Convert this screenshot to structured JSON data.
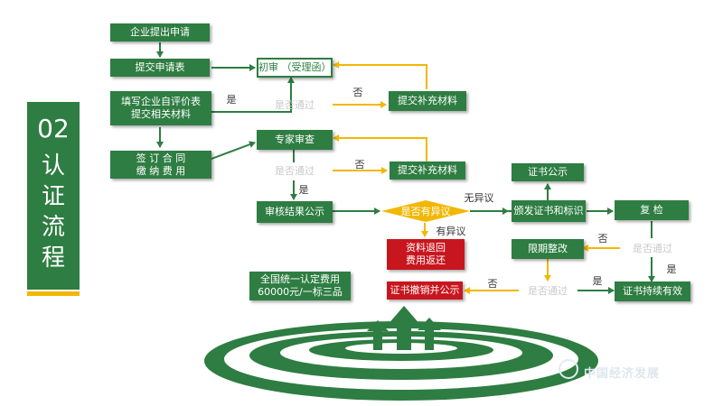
{
  "title": {
    "number": "02",
    "text": "认证流程"
  },
  "nodes": {
    "apply": "企业提出申请",
    "submit_form": "提交申请表",
    "self_eval": "填写企业自评价表\n提交相关材料",
    "sign_contract": "签 订 合 同\n缴 纳 费 用",
    "initial_review": "初审  （受理函）",
    "supplement_1": "提交补充材料",
    "expert_review": "专家审查",
    "supplement_2": "提交补充材料",
    "result_publicity": "审核结果公示",
    "objection": "是否有异议",
    "refund": "资料退回\n费用返还",
    "cert_publicity": "证书公示",
    "issue_cert": "颁发证书和标识",
    "recheck": "复  检",
    "rectify": "限期整改",
    "cert_valid": "证书持续有效",
    "cert_revoke": "证书撤销并公示",
    "fee": "全国统一认定费用\n60000元/一标三品"
  },
  "decisions": {
    "pass_1": "是否通过",
    "pass_2": "是否通过",
    "pass_3": "是否通过",
    "pass_4": "是否通过"
  },
  "labels": {
    "yes_1": "是",
    "no_1": "否",
    "no_2": "否",
    "yes_2": "是",
    "no_objection": "无异议",
    "has_objection": "有异议",
    "no_3": "否",
    "yes_3": "是",
    "no_4": "否",
    "yes_4": "是"
  },
  "watermark": "中国经济发展",
  "colors": {
    "primary_green": "#2e7d42",
    "accent_yellow": "#f2b705",
    "alert_red": "#c8161e",
    "connector_yellow": "#f2b705"
  }
}
